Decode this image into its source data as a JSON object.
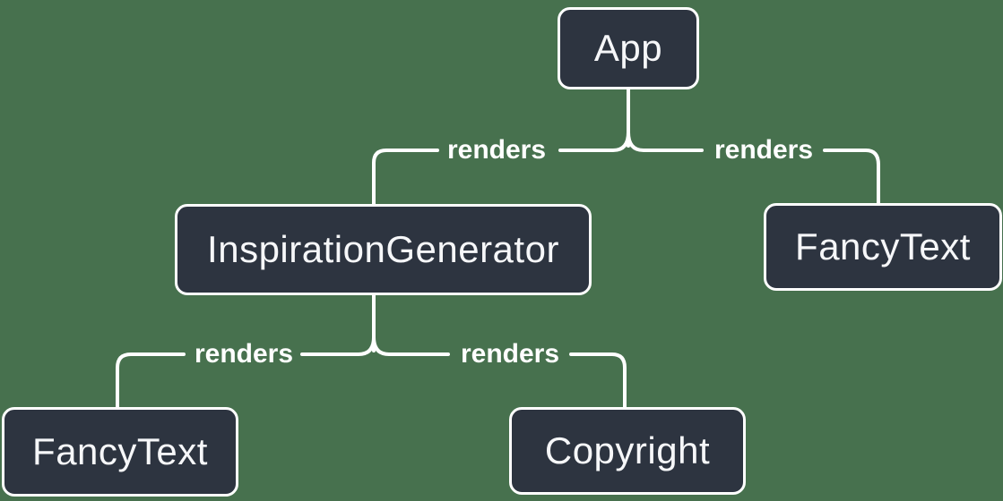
{
  "colors": {
    "background": "#47714E",
    "node_fill": "#2D3440",
    "node_border": "#FFFFFF",
    "node_text": "#F6F7F9",
    "line": "#FFFFFF"
  },
  "diagram": {
    "type": "component-render-tree",
    "root": "App",
    "nodes": [
      {
        "id": "app",
        "label": "App"
      },
      {
        "id": "inspiration-generator",
        "label": "InspirationGenerator"
      },
      {
        "id": "fancy-text-right",
        "label": "FancyText"
      },
      {
        "id": "fancy-text-left",
        "label": "FancyText"
      },
      {
        "id": "copyright",
        "label": "Copyright"
      }
    ],
    "edges": [
      {
        "from": "App",
        "to": "InspirationGenerator",
        "label": "renders"
      },
      {
        "from": "App",
        "to": "FancyText",
        "label": "renders"
      },
      {
        "from": "InspirationGenerator",
        "to": "FancyText",
        "label": "renders"
      },
      {
        "from": "InspirationGenerator",
        "to": "Copyright",
        "label": "renders"
      }
    ]
  }
}
